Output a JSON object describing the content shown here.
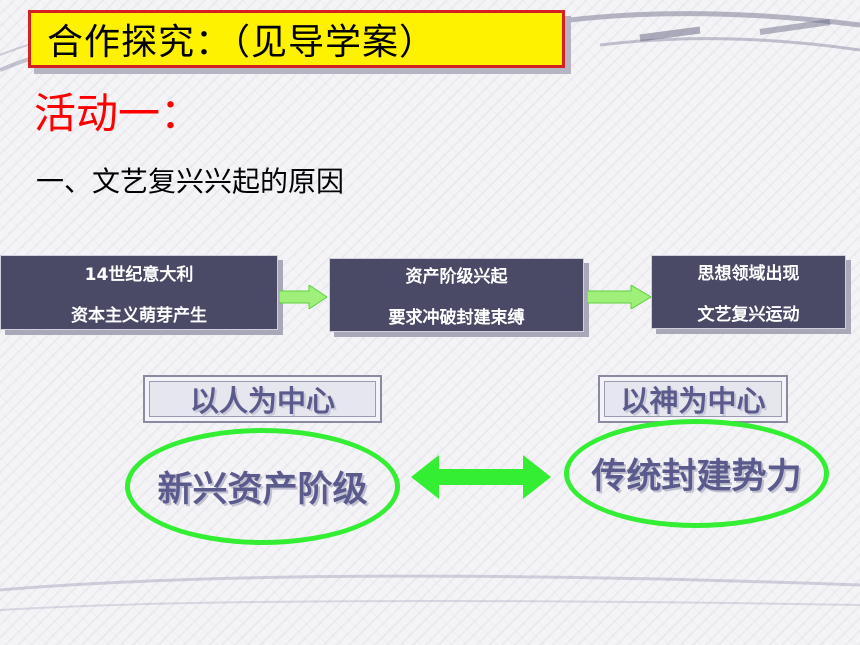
{
  "title": "合作探究：（见导学案）",
  "activity": "活动一：",
  "heading": "一、文艺复兴兴起的原因",
  "flow": [
    {
      "line1": "14世纪意大利",
      "line2": "资本主义萌芽产生"
    },
    {
      "line1": "资产阶级兴起",
      "line2": "要求冲破封建束缚"
    },
    {
      "line1": "思想领域出现",
      "line2": "文艺复兴运动"
    }
  ],
  "left_label": "以人为中心",
  "right_label": "以神为中心",
  "left_group": "新兴资产阶级",
  "right_group": "传统封建势力",
  "colors": {
    "title_bg": "#fff200",
    "title_border": "#d42020",
    "activity_text": "#ff0000",
    "flow_box": "#4a4a66",
    "arrow_green": "#33ee33",
    "label_text": "#5a5a8c"
  }
}
